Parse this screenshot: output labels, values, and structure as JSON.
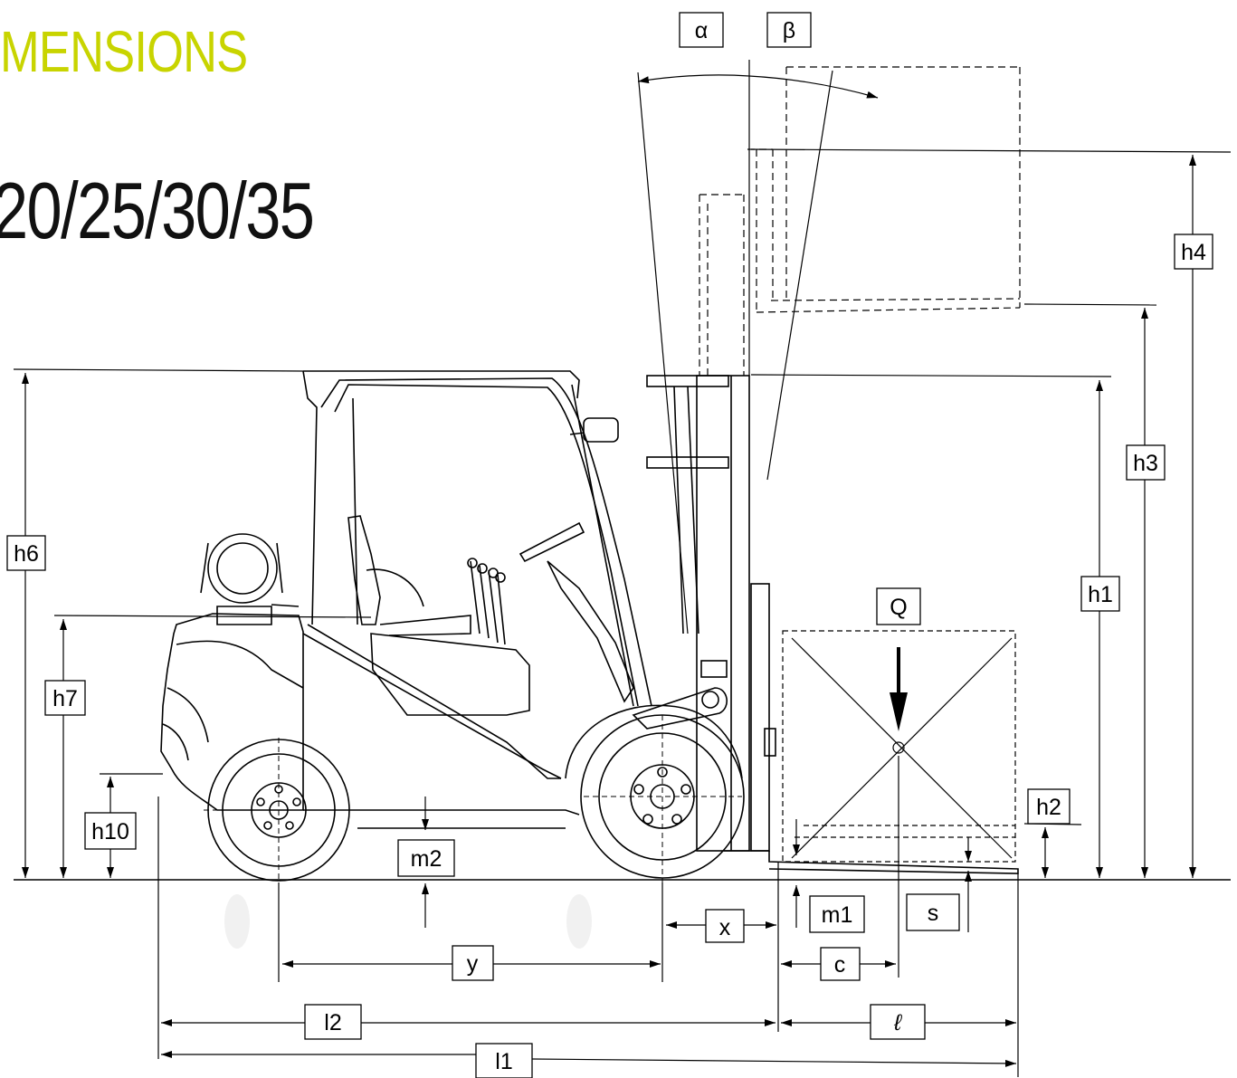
{
  "page": {
    "accent_color": "#c8d400",
    "line_color": "#000000"
  },
  "title": "MENSIONS",
  "subtitle": "20/25/30/35",
  "labels": {
    "alpha": "α",
    "beta": "β",
    "h1": "h1",
    "h2": "h2",
    "h3": "h3",
    "h4": "h4",
    "h6": "h6",
    "h7": "h7",
    "h10": "h10",
    "m1": "m1",
    "m2": "m2",
    "Q": "Q",
    "s": "s",
    "x": "x",
    "y": "y",
    "c": "c",
    "l": "ℓ",
    "l1": "l1",
    "l2": "l2"
  }
}
